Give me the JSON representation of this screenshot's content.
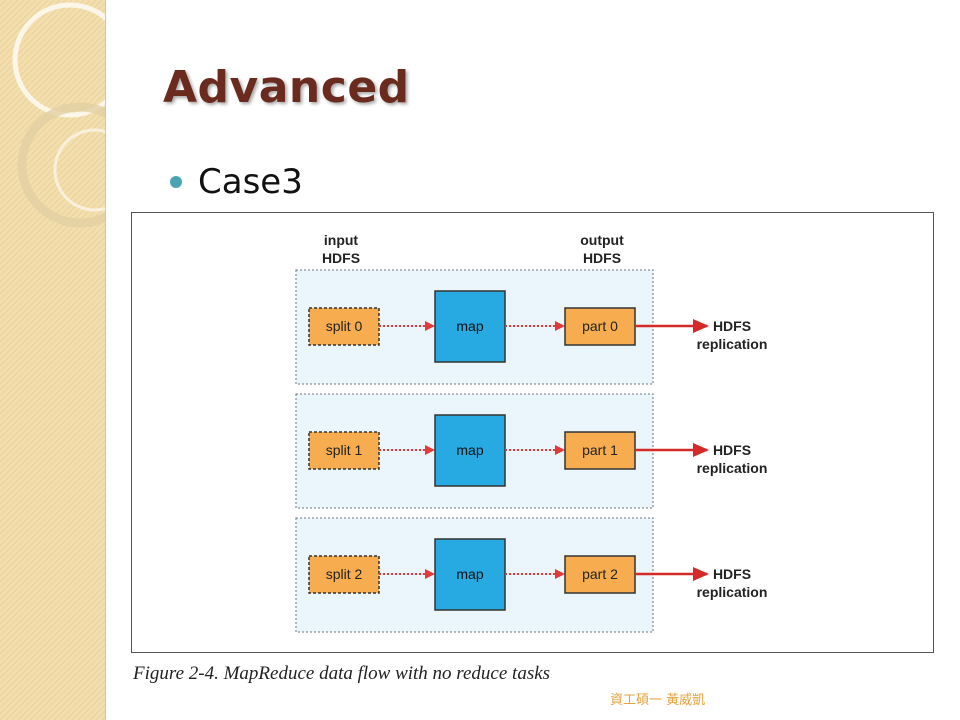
{
  "slide": {
    "title": "Advanced",
    "bullet": "Case3",
    "footer": "資工碩一 黃威凱"
  },
  "colors": {
    "title": "#6b2a1e",
    "bullet": "#4aa3b5",
    "split_box": "#f7ad4f",
    "map_box": "#27a9e1",
    "part_box": "#f7ad4f",
    "row_bg": "#eaf6fb",
    "arrow_dotted": "#e03a3a",
    "arrow_solid": "#d42a2a",
    "footer": "#e6a23c"
  },
  "figure": {
    "caption": "Figure 2-4. MapReduce data flow with no reduce tasks",
    "input_label": [
      "input",
      "HDFS"
    ],
    "output_label": [
      "output",
      "HDFS"
    ],
    "hdfs_label": [
      "HDFS",
      "replication"
    ],
    "map_label": "map",
    "rows": [
      {
        "split": "split 0",
        "part": "part 0"
      },
      {
        "split": "split 1",
        "part": "part 1"
      },
      {
        "split": "split 2",
        "part": "part 2"
      }
    ]
  }
}
